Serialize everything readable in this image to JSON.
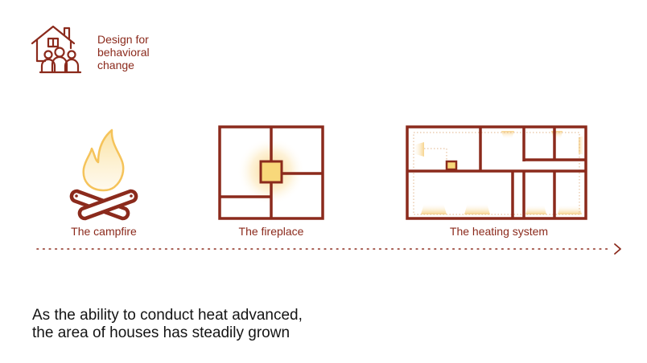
{
  "brand": {
    "icon": "house-with-family-icon",
    "lines": [
      "Design for",
      "behavioral",
      "change"
    ]
  },
  "stages": [
    {
      "caption": "The campfire",
      "icon": "campfire-icon"
    },
    {
      "caption": "The fireplace",
      "icon": "fireplace-floorplan-icon"
    },
    {
      "caption": "The heating system",
      "icon": "heating-system-floorplan-icon"
    }
  ],
  "timeline": {
    "icon": "dotted-arrow-right-icon"
  },
  "footer": {
    "lines": [
      "As the ability to conduct heat advanced,",
      "the area of houses has steadily grown"
    ]
  },
  "colors": {
    "primary": "#8b2a1c",
    "warm_light": "#f5c35a",
    "warm_fill": "#f8d87a",
    "text": "#141414"
  }
}
